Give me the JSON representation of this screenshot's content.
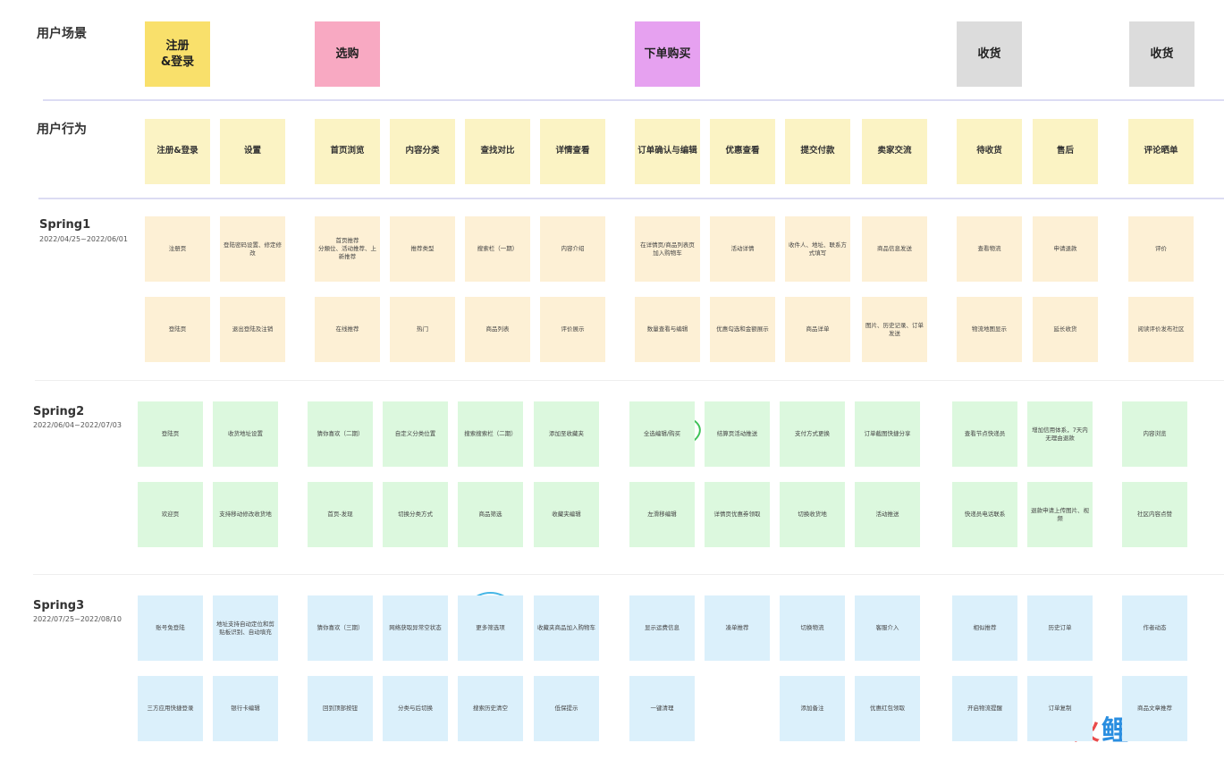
{
  "labels": {
    "scene": "用户场景",
    "behavior": "用户行为"
  },
  "scenes": [
    "注册\n&登录",
    "选购",
    "下单购买",
    "收货",
    "收货"
  ],
  "behaviors": [
    "注册&登录",
    "设置",
    "首页浏览",
    "内容分类",
    "查找对比",
    "详情查看",
    "订单确认与编辑",
    "优惠查看",
    "提交付款",
    "卖家交流",
    "待收货",
    "售后",
    "评论晒单"
  ],
  "springs": [
    {
      "title": "Spring1",
      "date": "2022/04/25~2022/06/01",
      "rows": [
        [
          "注册页",
          "登陆密码设置、修定修改",
          "首页推荐\n分類位、活动推荐、上新推荐",
          "推荐类型",
          "搜索栏（一期）",
          "内容介绍",
          "在详情页/商品列表页 加入购物车",
          "活动详情",
          "收件人、地址、联系方式填写",
          "商品信息发送",
          "查看物流",
          "申请退款",
          "评价"
        ],
        [
          "登陆页",
          "退出登陆及注销",
          "在线推荐",
          "热门",
          "商品列表",
          "评价展示",
          "数量查看与编辑",
          "优惠勾选和金额展示",
          "商品详单",
          "图片、历史记录、订单发送",
          "物流地图显示",
          "延长收货",
          "阅读评价发布社区"
        ]
      ]
    },
    {
      "title": "Spring2",
      "date": "2022/06/04~2022/07/03",
      "rows": [
        [
          "登陆页",
          "收货地址设置",
          "猜你喜欢（二期）",
          "自定义分类位置",
          "搜索搜索栏（二期）",
          "添加至收藏夹",
          "全选编辑/购买",
          "结算页活动推送",
          "支付方式更换",
          "订单截图快捷分享",
          "查看节点快递员",
          "增加信用体系，7天内无理由退款",
          "内容浏览"
        ],
        [
          "欢迎页",
          "支持移动修改收货地",
          "首页-发现",
          "切换分类方式",
          "商品筛选",
          "收藏夹编辑",
          "左滑移编辑",
          "详情页优惠券领取",
          "切换收货地",
          "活动推送",
          "快递员电话联系",
          "退款申请上传图片、视频",
          "社区内容点赞"
        ]
      ]
    },
    {
      "title": "Spring3",
      "date": "2022/07/25~2022/08/10",
      "rows": [
        [
          "账号免登陆",
          "地址支持自动定位和剪贴板识别、自动填充",
          "猜你喜欢（三期）",
          "网络获取异常空状态",
          "更多筛选项",
          "收藏夹商品加入购物车",
          "显示运费信息",
          "凑单推荐",
          "切换物流",
          "客服介入",
          "相似推荐",
          "历史订单",
          "作者动态"
        ],
        [
          "三方应用快捷登录",
          "银行卡编辑",
          "回到顶部按钮",
          "分类与后切换",
          "搜索历史清空",
          "低保提示",
          "一键清理",
          "",
          "添加备注",
          "优惠红包领取",
          "开启物流提醒",
          "订单复制",
          "商品文章推荐"
        ]
      ]
    }
  ],
  "watermark": "火鲤鱼",
  "colors": {
    "scene_register": "#f9e06b",
    "scene_browse": "#f8a9c2",
    "scene_order": "#e6a1f0",
    "scene_receive": "#dcdcdc",
    "behavior": "#fbf3c4",
    "spring1": "#fdf0d5",
    "spring2": "#dcf8de",
    "spring3": "#dbf0fb",
    "ring_orange": "#f2b632",
    "ring_green": "#3ec257",
    "ring_blue": "#45b6e6",
    "watermark_red": "#e94b4b",
    "watermark_blue": "#2a8ee0"
  }
}
